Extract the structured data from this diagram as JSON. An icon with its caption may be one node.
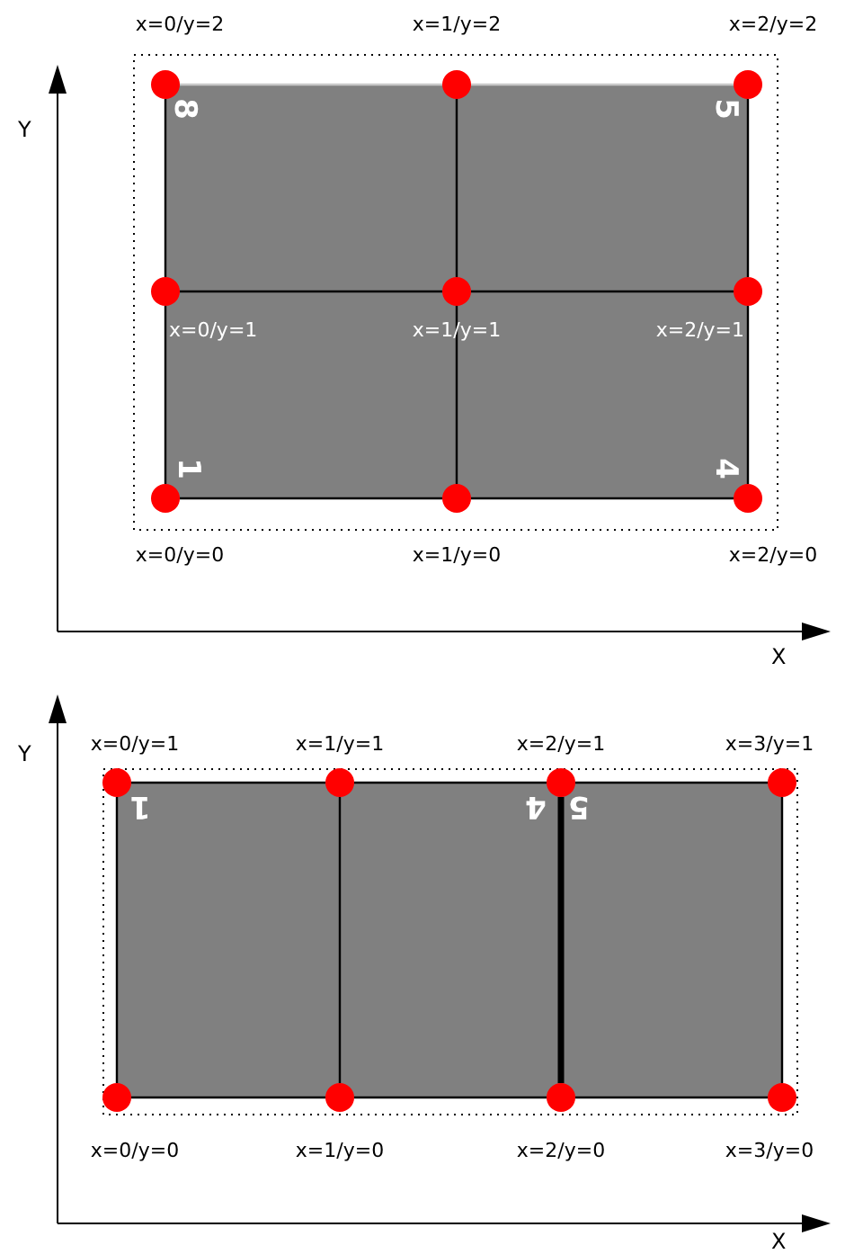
{
  "diagram": {
    "nodes": [
      {
        "text": [],
        "shape": "circle",
        "beside": [
          "x=0/y=2"
        ]
      },
      {
        "text": [],
        "shape": "circle",
        "beside": [
          "x=1/y=2"
        ]
      },
      {
        "text": [],
        "shape": "circle",
        "beside": [
          "x=2/y=2"
        ]
      },
      {
        "text": [],
        "shape": "circle",
        "beside": [
          "x=0/y=1"
        ]
      },
      {
        "text": [],
        "shape": "circle",
        "beside": [
          "x=1/y=1"
        ]
      },
      {
        "text": [],
        "shape": "circle",
        "beside": [
          "x=2/y=1"
        ]
      },
      {
        "text": [],
        "shape": "circle",
        "beside": [
          "x=0/y=0"
        ]
      },
      {
        "text": [],
        "shape": "circle",
        "beside": [
          "x=1/y=0"
        ]
      },
      {
        "text": [],
        "shape": "circle",
        "beside": [
          "x=2/y=0"
        ]
      },
      {
        "text": [],
        "shape": "circle",
        "beside": [
          "x=0/y=1"
        ]
      },
      {
        "text": [],
        "shape": "circle",
        "beside": [
          "x=1/y=1"
        ]
      },
      {
        "text": [],
        "shape": "circle",
        "beside": [
          "x=2/y=1"
        ]
      },
      {
        "text": [],
        "shape": "circle",
        "beside": [
          "x=3/y=1"
        ]
      },
      {
        "text": [],
        "shape": "circle",
        "beside": [
          "x=0/y=0"
        ]
      },
      {
        "text": [],
        "shape": "circle",
        "beside": [
          "x=1/y=0"
        ]
      },
      {
        "text": [],
        "shape": "circle",
        "beside": [
          "x=2/y=0"
        ]
      },
      {
        "text": [],
        "shape": "circle",
        "beside": [
          "x=3/y=0"
        ]
      }
    ],
    "edges": [
      {
        "from": 0,
        "to": 1,
        "arrow": "none",
        "color": "#c8c8c8"
      },
      {
        "from": 1,
        "to": 2,
        "arrow": "none",
        "color": "#c8c8c8"
      },
      {
        "from": 3,
        "to": 4,
        "arrow": "none"
      },
      {
        "from": 4,
        "to": 5,
        "arrow": "none"
      },
      {
        "from": 6,
        "to": 7,
        "arrow": "none"
      },
      {
        "from": 7,
        "to": 8,
        "arrow": "none"
      },
      {
        "from": 0,
        "to": 3,
        "arrow": "none"
      },
      {
        "from": 3,
        "to": 6,
        "arrow": "none"
      },
      {
        "from": 1,
        "to": 4,
        "arrow": "none"
      },
      {
        "from": 4,
        "to": 7,
        "arrow": "none"
      },
      {
        "from": 2,
        "to": 5,
        "arrow": "none"
      },
      {
        "from": 5,
        "to": 8,
        "arrow": "none"
      },
      {
        "from": 9,
        "to": 10,
        "arrow": "none"
      },
      {
        "from": 10,
        "to": 11,
        "arrow": "none"
      },
      {
        "from": 11,
        "to": 12,
        "arrow": "none"
      },
      {
        "from": 13,
        "to": 14,
        "arrow": "none"
      },
      {
        "from": 14,
        "to": 15,
        "arrow": "none"
      },
      {
        "from": 15,
        "to": 16,
        "arrow": "none"
      },
      {
        "from": 9,
        "to": 13,
        "arrow": "none"
      },
      {
        "from": 10,
        "to": 14,
        "arrow": "none"
      },
      {
        "from": 11,
        "to": 15,
        "arrow": "none",
        "style": "thick"
      },
      {
        "from": 12,
        "to": 16,
        "arrow": "none"
      }
    ],
    "labels": [
      "Y",
      "8",
      "5",
      "1",
      "4",
      "X",
      "Y",
      "1",
      "4",
      "5",
      "X"
    ]
  }
}
